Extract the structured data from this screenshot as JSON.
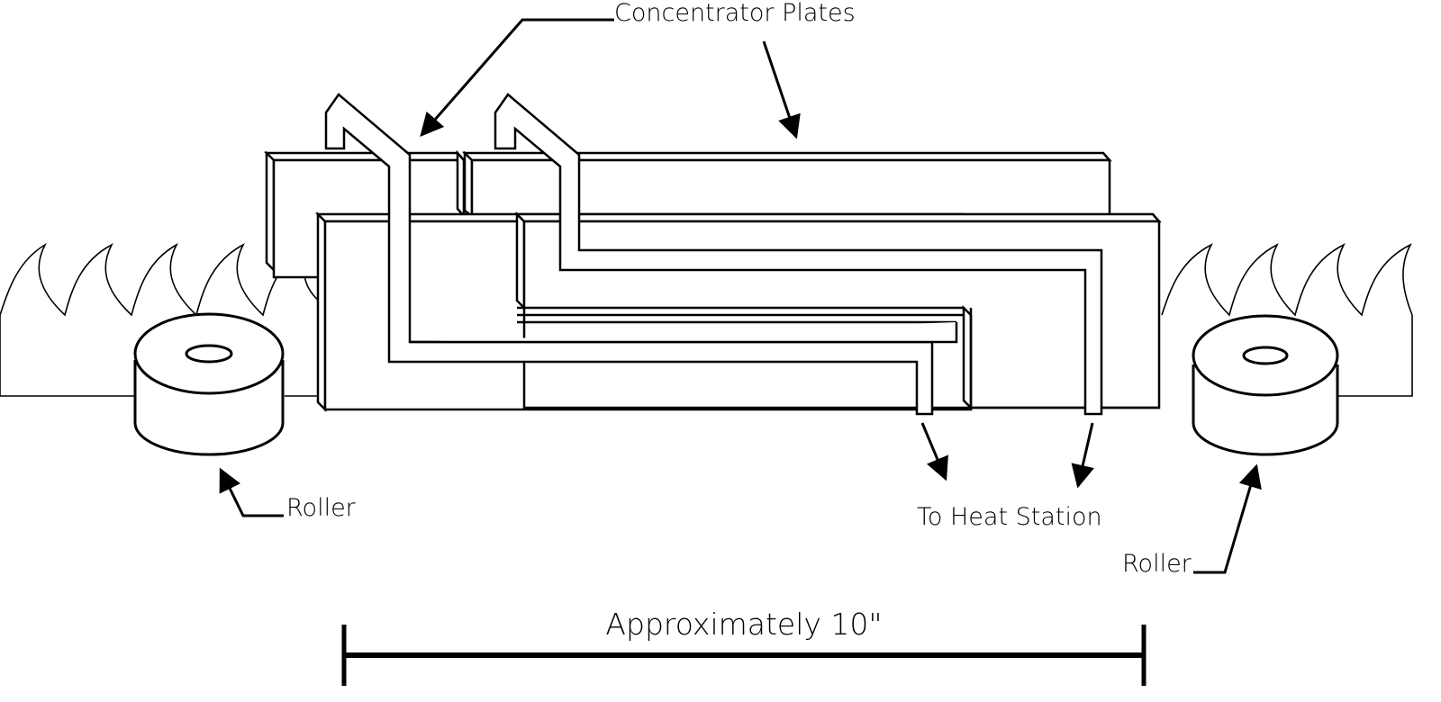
{
  "labels": {
    "concentrator_plates": "Concentrator Plates",
    "roller_left": "Roller",
    "roller_right": "Roller",
    "to_heat_station": "To Heat Station",
    "dimension": "Approximately 10\""
  },
  "colors": {
    "stroke": "#000000",
    "background": "#ffffff"
  }
}
